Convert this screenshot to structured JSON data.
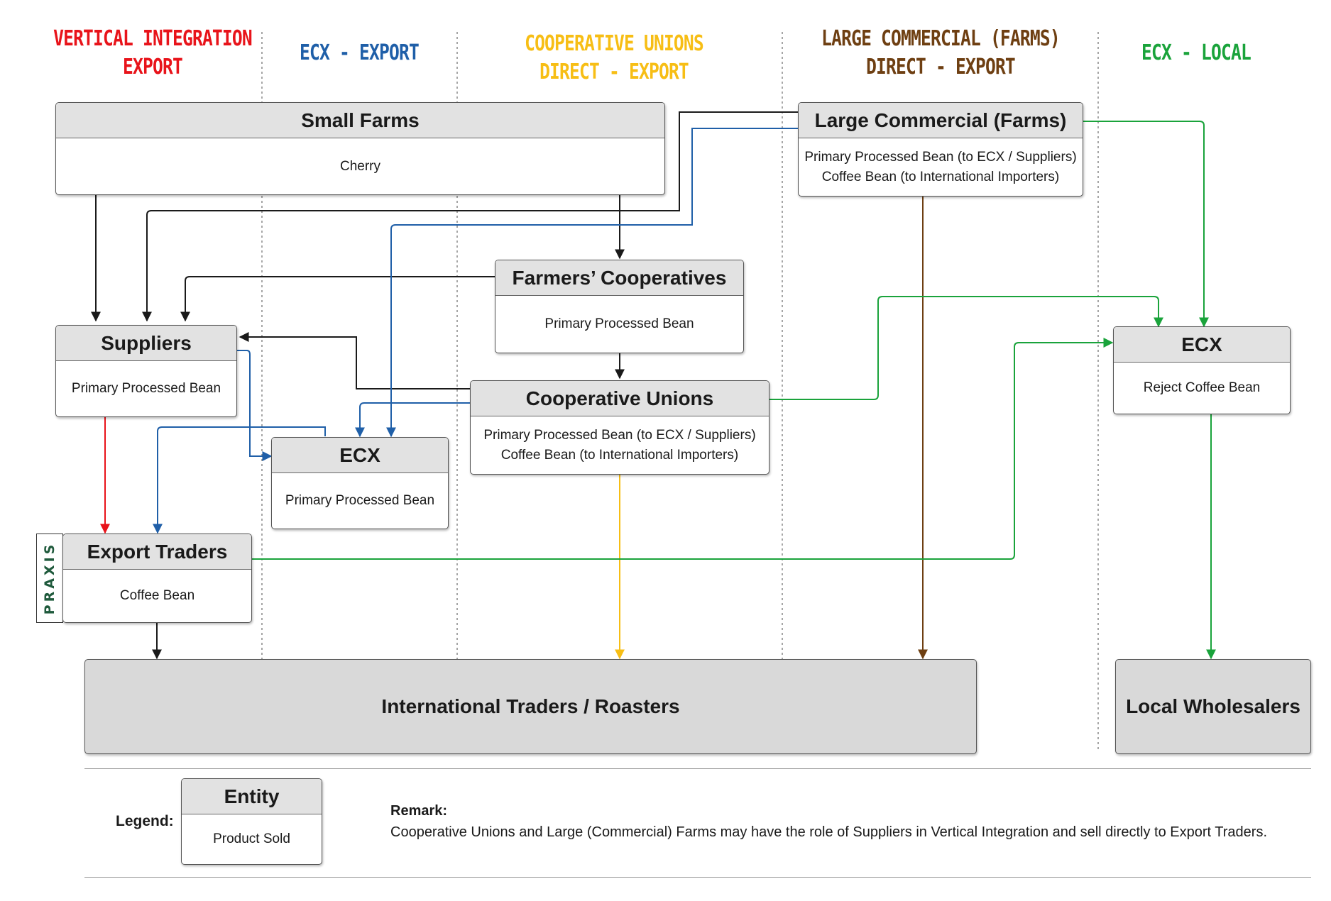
{
  "colors": {
    "vertical": "#e8131a",
    "ecx_export": "#1f5fa8",
    "coop": "#f7be15",
    "large": "#6e3f12",
    "ecx_local": "#1aa33b",
    "black": "#1a1a1a"
  },
  "lanes": [
    {
      "lines": [
        "VERTICAL INTEGRATION",
        "EXPORT"
      ],
      "color": "#e8131a"
    },
    {
      "lines": [
        "ECX - EXPORT"
      ],
      "color": "#1f5fa8"
    },
    {
      "lines": [
        "COOPERATIVE UNIONS",
        "DIRECT - EXPORT"
      ],
      "color": "#f7be15"
    },
    {
      "lines": [
        "LARGE COMMERCIAL (FARMS)",
        "DIRECT - EXPORT"
      ],
      "color": "#6e3f12"
    },
    {
      "lines": [
        "ECX - LOCAL"
      ],
      "color": "#1aa33b"
    }
  ],
  "nodes": {
    "small_farms": {
      "title": "Small Farms",
      "lines": [
        "Cherry"
      ]
    },
    "large_commercial": {
      "title": "Large Commercial (Farms)",
      "lines": [
        "Primary Processed Bean (to ECX / Suppliers)",
        "Coffee Bean (to International Importers)"
      ]
    },
    "farmers_coops": {
      "title": "Farmers’ Cooperatives",
      "lines": [
        "Primary Processed Bean"
      ]
    },
    "suppliers": {
      "title": "Suppliers",
      "lines": [
        "Primary Processed Bean"
      ]
    },
    "coop_unions": {
      "title": "Cooperative Unions",
      "lines": [
        "Primary Processed Bean (to ECX / Suppliers)",
        "Coffee Bean (to International Importers)"
      ]
    },
    "ecx_export": {
      "title": "ECX",
      "lines": [
        "Primary Processed Bean"
      ]
    },
    "ecx_local": {
      "title": "ECX",
      "lines": [
        "Reject Coffee Bean"
      ]
    },
    "export_traders": {
      "title": "Export Traders",
      "lines": [
        "Coffee Bean"
      ]
    },
    "intl_traders": {
      "title": "International Traders / Roasters"
    },
    "local_wholesalers": {
      "title": "Local Wholesalers"
    }
  },
  "praxis_label": "PRAXIS",
  "legend": {
    "label": "Legend:",
    "entity": "Entity",
    "product": "Product Sold"
  },
  "remark": {
    "title": "Remark:",
    "text": "Cooperative Unions and Large (Commercial) Farms may have the role of Suppliers in Vertical Integration and sell directly to Export Traders."
  }
}
